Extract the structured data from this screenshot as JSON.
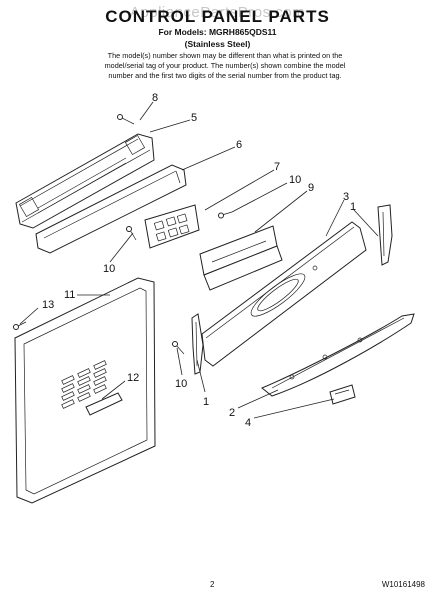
{
  "header": {
    "watermark": "AppliancePartsPros.com",
    "title": "CONTROL PANEL PARTS",
    "models": "For Models: MGRH865QDS11",
    "finish": "(Stainless Steel)",
    "note": "The model(s) number shown may be different than what is printed on the model/serial tag of your product. The number(s) shown combine the model number and the first two digits of the serial number from the product tag."
  },
  "callouts": {
    "c8": "8",
    "c5": "5",
    "c6": "6",
    "c7": "7",
    "c10a": "10",
    "c9": "9",
    "c3": "3",
    "c1a": "1",
    "c10b": "10",
    "c11": "11",
    "c13": "13",
    "c12": "12",
    "c10c": "10",
    "c1b": "1",
    "c2": "2",
    "c4": "4"
  },
  "footer": {
    "page": "2",
    "doc_number": "W10161498"
  }
}
